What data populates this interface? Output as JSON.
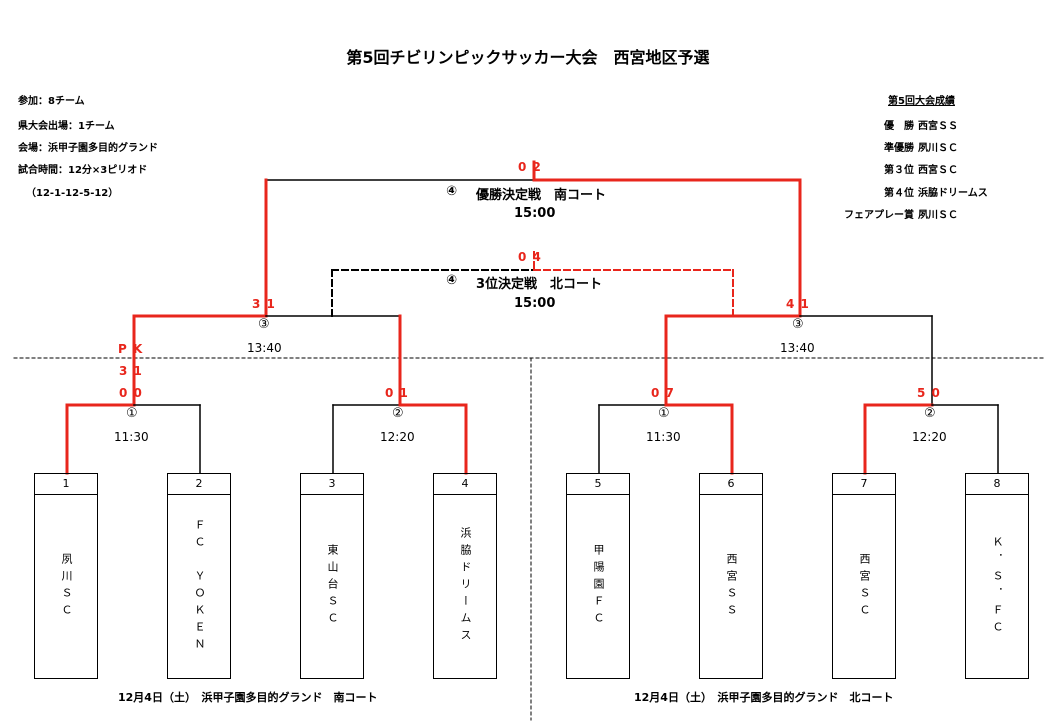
{
  "title": "第5回チビリンピックサッカー大会　西宮地区予選",
  "info": {
    "participants": "参加：8チーム",
    "qualify": "県大会出場：1チーム",
    "venue": "会場：浜甲子園多目的グランド",
    "match_time": "試合時間：12分×3ピリオド",
    "time_detail": "（12-1-12-5-12）"
  },
  "results": {
    "heading": "第5回大会成績",
    "rows": [
      {
        "label": "優　勝",
        "team": "西宮ＳＳ"
      },
      {
        "label": "準優勝",
        "team": "夙川ＳＣ"
      },
      {
        "label": "第３位",
        "team": "西宮ＳＣ"
      },
      {
        "label": "第４位",
        "team": "浜脇ドリームス"
      },
      {
        "label": "フェアプレー賞",
        "team": "夙川ＳＣ"
      }
    ]
  },
  "final": {
    "circle": "④",
    "label": "優勝決定戦　南コート",
    "time": "15:00",
    "score": "0 2"
  },
  "third": {
    "circle": "④",
    "label": "3位決定戦　北コート",
    "time": "15:00",
    "score": "0 4"
  },
  "semis": {
    "left": {
      "circle": "③",
      "time": "13:40",
      "score": "3 1"
    },
    "right": {
      "circle": "③",
      "time": "13:40",
      "score": "4 1"
    }
  },
  "pk": {
    "label": "P K",
    "score": "3 1"
  },
  "r1": [
    {
      "circle": "①",
      "time": "11:30",
      "score": "0 0"
    },
    {
      "circle": "②",
      "time": "12:20",
      "score": "0 1"
    },
    {
      "circle": "①",
      "time": "11:30",
      "score": "0 7"
    },
    {
      "circle": "②",
      "time": "12:20",
      "score": "5 0"
    }
  ],
  "teams": [
    {
      "num": "1",
      "name": "夙川ＳＣ"
    },
    {
      "num": "2",
      "name": "ＦＣ　ＹＯＫＥＮ"
    },
    {
      "num": "3",
      "name": "東山台ＳＣ"
    },
    {
      "num": "4",
      "name": "浜脇ドリームス"
    },
    {
      "num": "5",
      "name": "甲陽園ＦＣ"
    },
    {
      "num": "6",
      "name": "西宮ＳＳ"
    },
    {
      "num": "7",
      "name": "西宮ＳＣ"
    },
    {
      "num": "8",
      "name": "Ｋ．Ｓ．ＦＣ"
    }
  ],
  "footer": {
    "south": "12月4日（土）　浜甲子園多目的グランド　南コート",
    "north": "12月4日（土）　浜甲子園多目的グランド　北コート"
  },
  "colors": {
    "winner_line": "#e8261c",
    "line": "#000000"
  }
}
